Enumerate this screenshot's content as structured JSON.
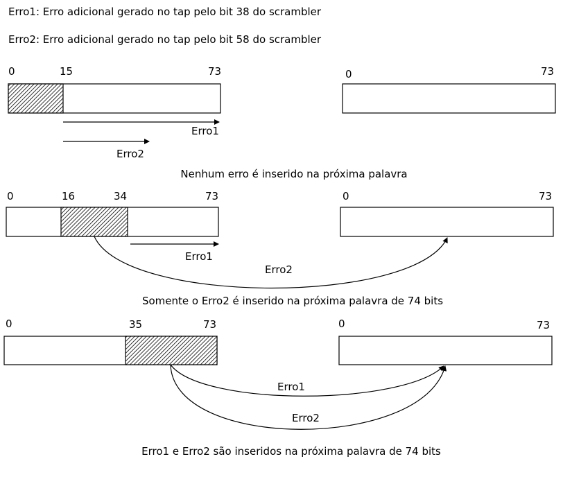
{
  "legend": {
    "erro1": "Erro1: Erro adicional gerado no tap pelo bit 38 do scrambler",
    "erro2": "Erro2: Erro adicional gerado no tap pelo bit 58 do scrambler"
  },
  "scenario1": {
    "left": {
      "label_start": "0",
      "label_mid": "15",
      "label_end": "73"
    },
    "right": {
      "label_start": "0",
      "label_end": "73"
    },
    "arrow_erro1": "Erro1",
    "arrow_erro2": "Erro2",
    "caption": "Nenhum erro é inserido na próxima palavra"
  },
  "scenario2": {
    "left": {
      "label_start": "0",
      "label_a": "16",
      "label_b": "34",
      "label_end": "73"
    },
    "right": {
      "label_start": "0",
      "label_end": "73"
    },
    "arrow_erro1": "Erro1",
    "curve_erro2": "Erro2",
    "caption": "Somente o Erro2 é inserido na próxima palavra de 74 bits"
  },
  "scenario3": {
    "left": {
      "label_start": "0",
      "label_mid": "35",
      "label_end": "73"
    },
    "right": {
      "label_start": "0",
      "label_end": "73"
    },
    "curve_erro1": "Erro1",
    "curve_erro2": "Erro2",
    "caption": "Erro1 e Erro2 são inseridos na próxima palavra de 74 bits"
  }
}
